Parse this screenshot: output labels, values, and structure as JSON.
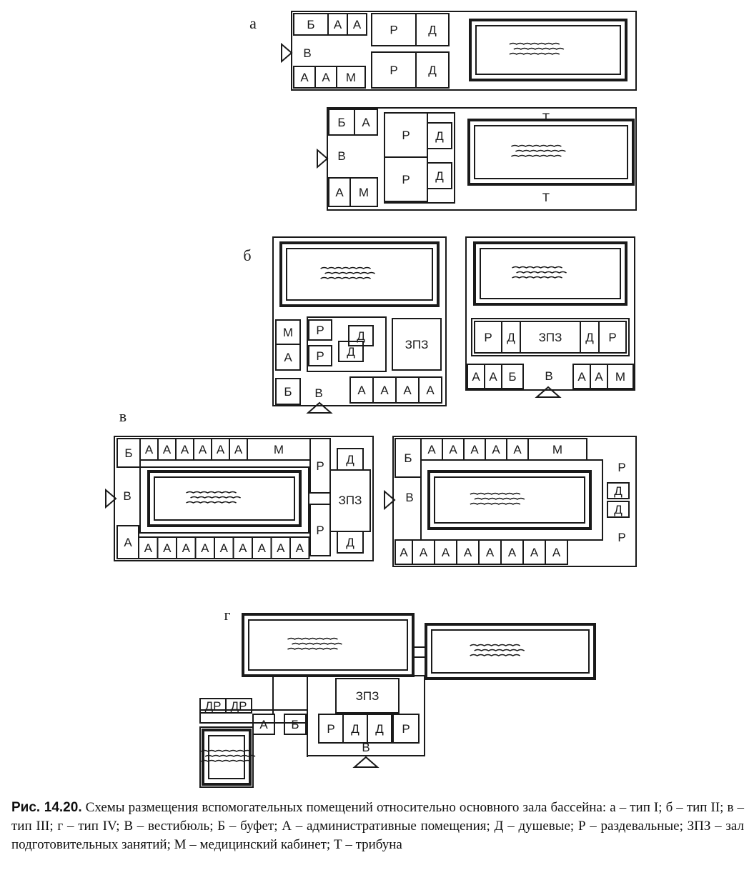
{
  "diagram": {
    "ink_color": "#1a1a1a",
    "panel_labels": [
      "а",
      "б",
      "в",
      "г"
    ],
    "room_codes": {
      "vestibule": "В",
      "buffet": "Б",
      "admin": "А",
      "shower": "Д",
      "changing": "Р",
      "prep_hall": "ЗПЗ",
      "medical": "М",
      "tribune": "Т",
      "dr": "ДР"
    }
  },
  "caption": {
    "label": "Рис. 14.20.",
    "text": "Схемы размещения вспомогательных помещений относительно основного зала бассейна: а – тип I; б – тип II; в – тип III; г – тип IV; В – вестибюль; Б – буфет; А – административные помещения; Д – душевые; Р – раздевальные; ЗПЗ – зал подготовительных занятий; М – медицинский кабинет; Т – трибуна"
  }
}
